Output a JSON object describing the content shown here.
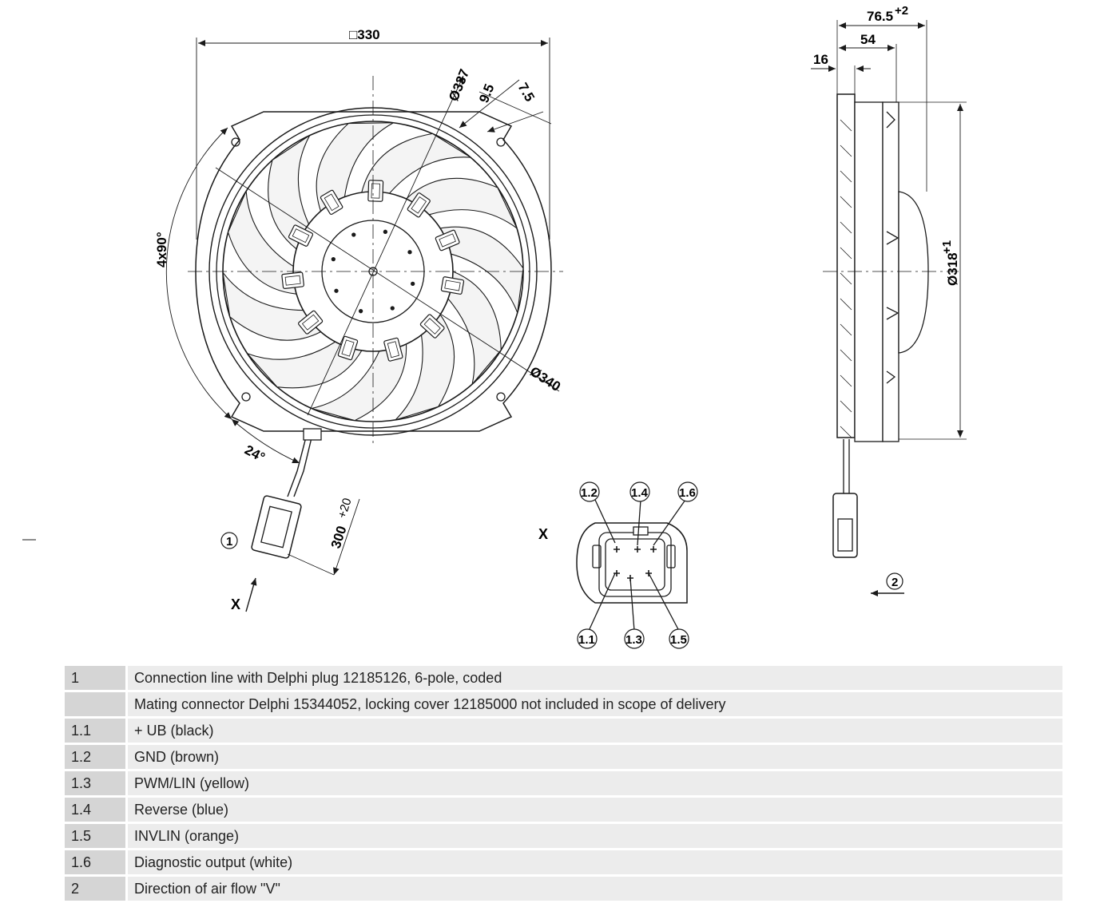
{
  "dimensions": {
    "width_330": "□330",
    "dia_337": "Ø337",
    "gap_9_5": "9.5",
    "gap_7_5": "7.5",
    "dia_340": "Ø340",
    "angle_4x90": "4x90°",
    "angle_24": "24°",
    "cable_300": "300",
    "cable_300_tol": "+20",
    "depth_76_5": "76.5",
    "depth_76_5_tol": "+2",
    "depth_54": "54",
    "depth_16": "16",
    "dia_318": "Ø318",
    "dia_318_tol": "+1"
  },
  "view_markers": {
    "x_front": "X",
    "x_connector": "X"
  },
  "callouts": {
    "c1": "1",
    "c2": "2",
    "pin_1_1": "1.1",
    "pin_1_2": "1.2",
    "pin_1_3": "1.3",
    "pin_1_4": "1.4",
    "pin_1_5": "1.5",
    "pin_1_6": "1.6"
  },
  "legend": [
    {
      "key": "1",
      "text": "Connection line with Delphi plug 12185126, 6-pole, coded"
    },
    {
      "key": "",
      "text": "Mating connector Delphi 15344052, locking cover 12185000 not included in scope of delivery"
    },
    {
      "key": "1.1",
      "text": "+ UB (black)"
    },
    {
      "key": "1.2",
      "text": "GND (brown)"
    },
    {
      "key": "1.3",
      "text": "PWM/LIN (yellow)"
    },
    {
      "key": "1.4",
      "text": "Reverse (blue)"
    },
    {
      "key": "1.5",
      "text": "INVLIN (orange)"
    },
    {
      "key": "1.6",
      "text": "Diagnostic output (white)"
    },
    {
      "key": "2",
      "text": "Direction of air flow \"V\""
    }
  ],
  "colors": {
    "line": "#1a1a1a",
    "blade_fill": "#f4f4f4",
    "legend_key_bg": "#d5d5d5",
    "legend_value_bg": "#ececec"
  }
}
